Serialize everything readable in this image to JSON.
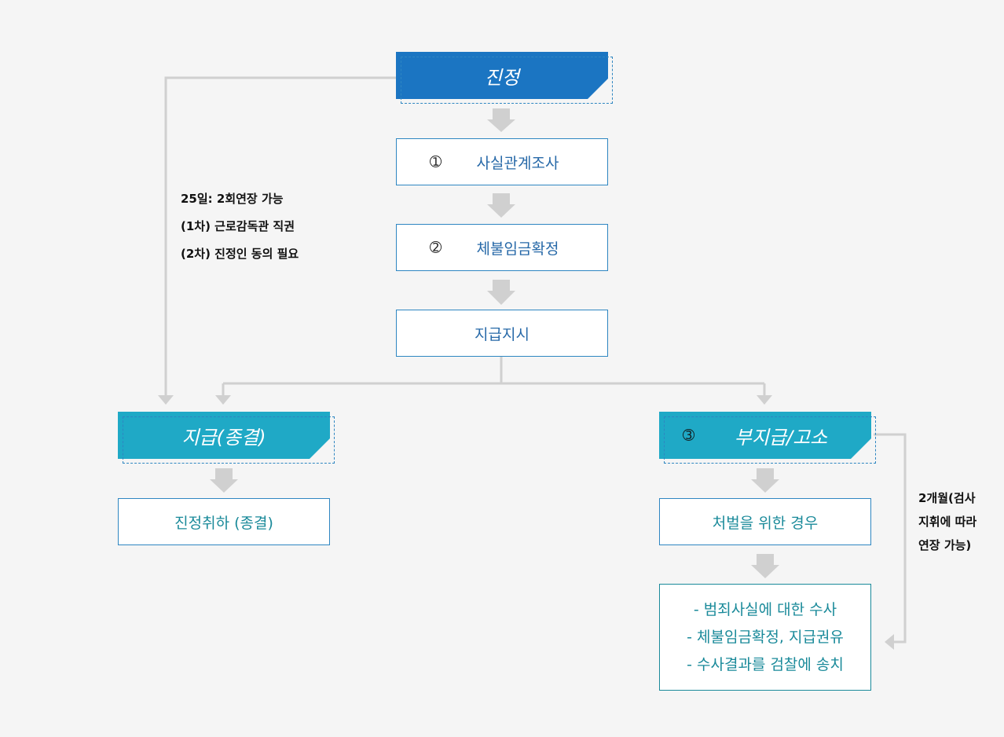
{
  "diagram": {
    "start": {
      "title": "진정"
    },
    "steps": [
      {
        "number": "➀",
        "label": "사실관계조사"
      },
      {
        "number": "➁",
        "label": "체불임금확정"
      },
      {
        "number": "",
        "label": "지급지시"
      }
    ],
    "left_branch": {
      "title": "지급(종결)",
      "result": "진정취하 (종결)"
    },
    "right_branch": {
      "number": "➂",
      "title": "부지급/고소",
      "step": "처벌을 위한 경우",
      "actions": [
        "- 범죄사실에 대한 수사",
        "- 체불임금확정, 지급권유",
        "- 수사결과를 검찰에 송치"
      ]
    },
    "left_note": [
      "25일: 2회연장 가능",
      "(1차) 근로감독관 직권",
      "(2차) 진정인 동의 필요"
    ],
    "right_note": [
      "2개월(검사",
      "지휘에 따라",
      "연장 가능)"
    ],
    "colors": {
      "blue_header": "#1b75c2",
      "teal_header": "#1fa9c6",
      "box_border": "#2e86c1",
      "text_blue": "#2769a8",
      "text_teal": "#1a8a9a",
      "connector": "#d0d0d0"
    }
  }
}
